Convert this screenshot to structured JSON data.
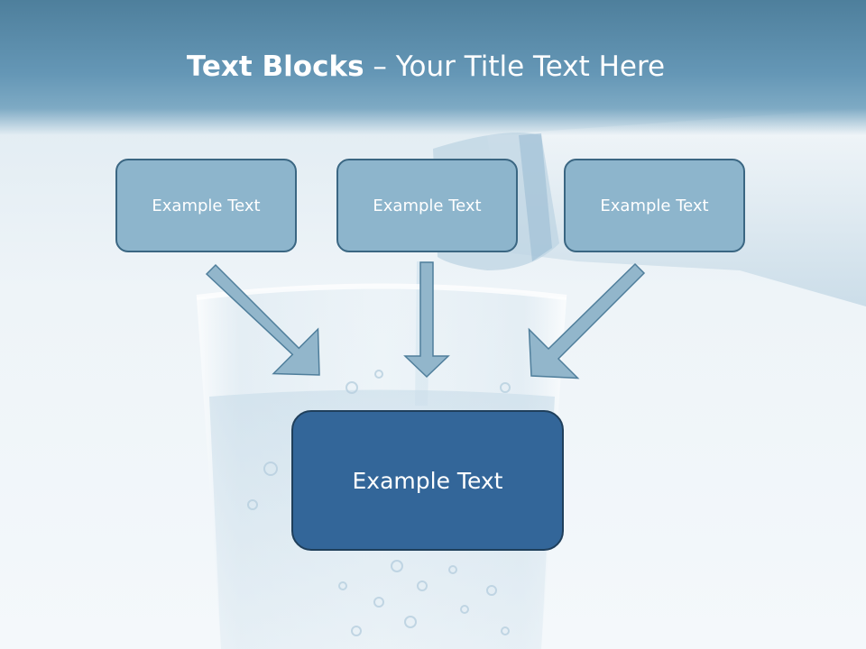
{
  "slide": {
    "title_bold": "Text Blocks",
    "title_dash": " – ",
    "title_rest": "Your Title Text Here"
  },
  "boxes": {
    "top": [
      "Example Text",
      "Example Text",
      "Example Text"
    ],
    "center": "Example Text"
  },
  "colors": {
    "title_band": "#5f8fb0",
    "small_box_fill": "#8db5cc",
    "small_box_border": "#3a6682",
    "center_box_fill": "#336699",
    "center_box_border": "#1f3f5b",
    "arrow_fill": "#92b6cb"
  },
  "icons": [
    "arrow-diagonal-right-icon",
    "arrow-down-icon",
    "arrow-diagonal-left-icon"
  ]
}
